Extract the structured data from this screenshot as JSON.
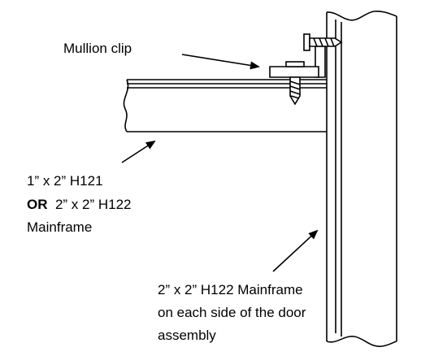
{
  "labels": {
    "mullion_clip": "Mullion clip",
    "horizontal_member": {
      "line1": "1” x 2” H121",
      "line2_or": "OR",
      "line2_rest": "2” x 2” H122",
      "line3": "Mainframe"
    },
    "vertical_member": {
      "line1": "2” x 2” H122 Mainframe",
      "line2": "on each side of the door",
      "line3": "assembly"
    }
  }
}
